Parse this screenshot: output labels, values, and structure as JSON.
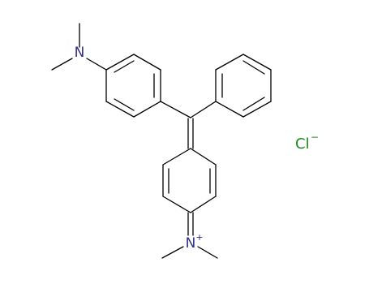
{
  "molecule": {
    "atoms": {
      "top_nitrogen": {
        "symbol": "N"
      },
      "bottom_nitrogen": {
        "symbol": "N",
        "charge": "+"
      },
      "counter_ion": {
        "symbol": "Cl",
        "charge": "−"
      }
    },
    "colors": {
      "bond": "#000000",
      "nitrogen": "#2e2e8c",
      "chlorine": "#1f8a1f",
      "background": "#ffffff"
    }
  }
}
